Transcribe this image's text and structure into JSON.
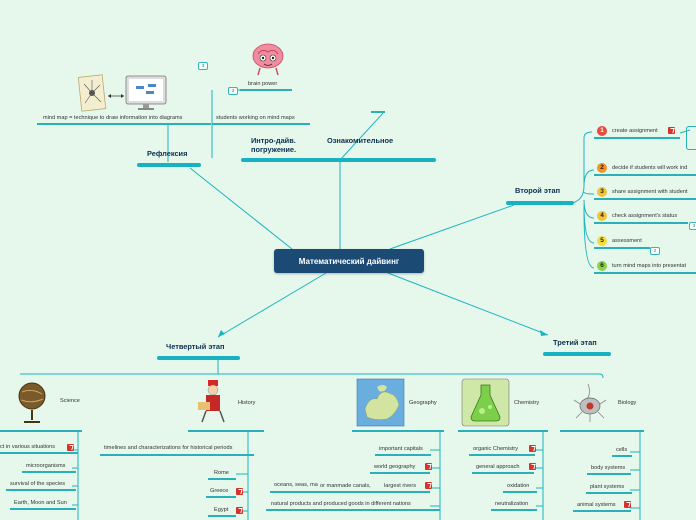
{
  "root": {
    "label": "Математический дайвинг"
  },
  "branches": {
    "refleksia": "Рефлексия",
    "intro": "Интро-дайв. погружение.",
    "oznakom": "Ознакомительное",
    "second": "Второй этап",
    "third": "Третий этап",
    "fourth": "Четвертый этап"
  },
  "refleksia_items": {
    "mind_map": "mind map = technique to draw information into diagrams"
  },
  "intro_items": {
    "brain_power": "brain power",
    "students": "students working on mind maps",
    "count_a": "3",
    "count_b": "3"
  },
  "second_items": [
    {
      "num": "1",
      "label": "create assignment"
    },
    {
      "num": "2",
      "label": "decide if students will work ind"
    },
    {
      "num": "3",
      "label": "share assignment with student"
    },
    {
      "num": "4",
      "label": "check assignment's status"
    },
    {
      "num": "5",
      "label": "assessment",
      "count": "2"
    },
    {
      "num": "6",
      "label": "turn mind maps into presentat"
    }
  ],
  "second_side_count": "3",
  "fourth": {
    "science": {
      "title": "Science",
      "items": [
        "ct in various situations",
        "microorganisms",
        "survival of the species",
        "Earth, Moon and Sun"
      ]
    },
    "history": {
      "title": "History",
      "main": "timelines and characterizations for historical periods",
      "items": [
        "Rome",
        "Greece",
        "Egypt"
      ]
    },
    "geography": {
      "title": "Geography",
      "items": [
        "important capitals",
        "world geography",
        "oceans, seas, ma",
        "or manmade canals,",
        "largest rivers",
        "natural products and produced goods in different nations"
      ]
    },
    "chemistry": {
      "title": "Chemistry",
      "items": [
        "organic Chemistry",
        "general approach",
        "oxidation",
        "neutralization"
      ]
    },
    "biology": {
      "title": "Biology",
      "items": [
        "cells",
        "body systems",
        "plant systems",
        "animal systems"
      ]
    }
  },
  "colors": {
    "connector": "#1bb5c0",
    "root_bg": "#1b4b75",
    "background": "#e6f7eb"
  }
}
